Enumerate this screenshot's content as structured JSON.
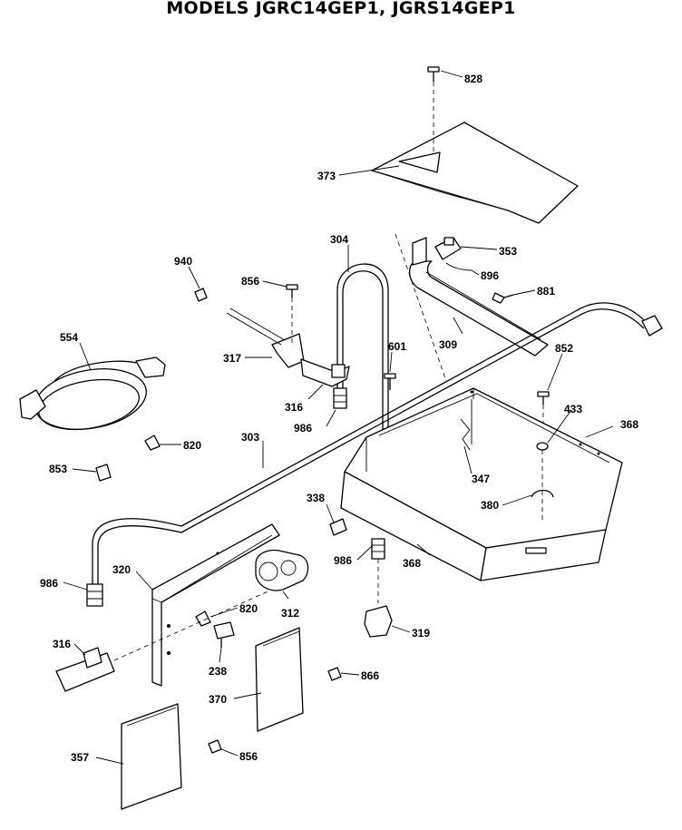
{
  "title": "MODELS JGRC14GEP1, JGRS14GEP1",
  "callouts": {
    "c828": "828",
    "c373": "373",
    "c353": "353",
    "c896": "896",
    "c881": "881",
    "c304": "304",
    "c940": "940",
    "c856a": "856",
    "c317": "317",
    "c316a": "316",
    "c986a": "986",
    "c554": "554",
    "c601": "601",
    "c309": "309",
    "c852": "852",
    "c433": "433",
    "c368a": "368",
    "c303": "303",
    "c820a": "820",
    "c853": "853",
    "c347": "347",
    "c380": "380",
    "c338": "338",
    "c986b": "986",
    "c368b": "368",
    "c986c": "986",
    "c320": "320",
    "c312": "312",
    "c820b": "820",
    "c319": "319",
    "c316b": "316",
    "c238": "238",
    "c866": "866",
    "c370": "370",
    "c357": "357",
    "c856b": "856"
  }
}
